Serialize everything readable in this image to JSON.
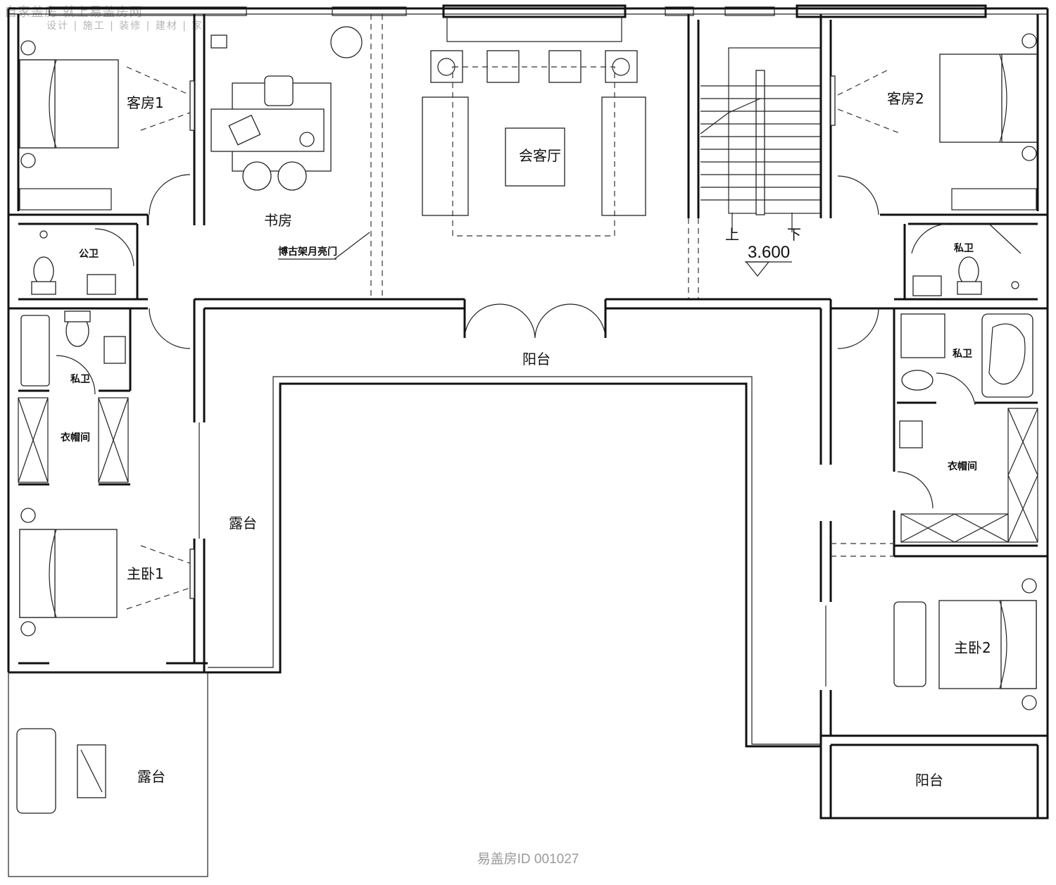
{
  "logo": {
    "line1": "自家盖房 就上易盖房网",
    "line2": "设计 | 施工 | 装修 | 建材 | 家"
  },
  "rooms": {
    "guest_room_1": "客房1",
    "study": "书房",
    "reception_hall": "会客厅",
    "guest_room_2": "客房2",
    "public_bath": "公卫",
    "private_bath_left": "私卫",
    "private_bath_right_top": "私卫",
    "private_bath_right": "私卫",
    "closet_left": "衣帽间",
    "closet_right": "衣帽间",
    "master_bed_1": "主卧1",
    "master_bed_2": "主卧2",
    "terrace_mid": "露台",
    "terrace_bottom": "露台",
    "balcony_top": "阳台",
    "balcony_bottom": "阳台"
  },
  "annotations": {
    "moon_gate": "博古架月亮门",
    "stair_up": "上",
    "stair_down": "下",
    "elevation": "3.600"
  },
  "watermark": "易盖房ID 001027"
}
